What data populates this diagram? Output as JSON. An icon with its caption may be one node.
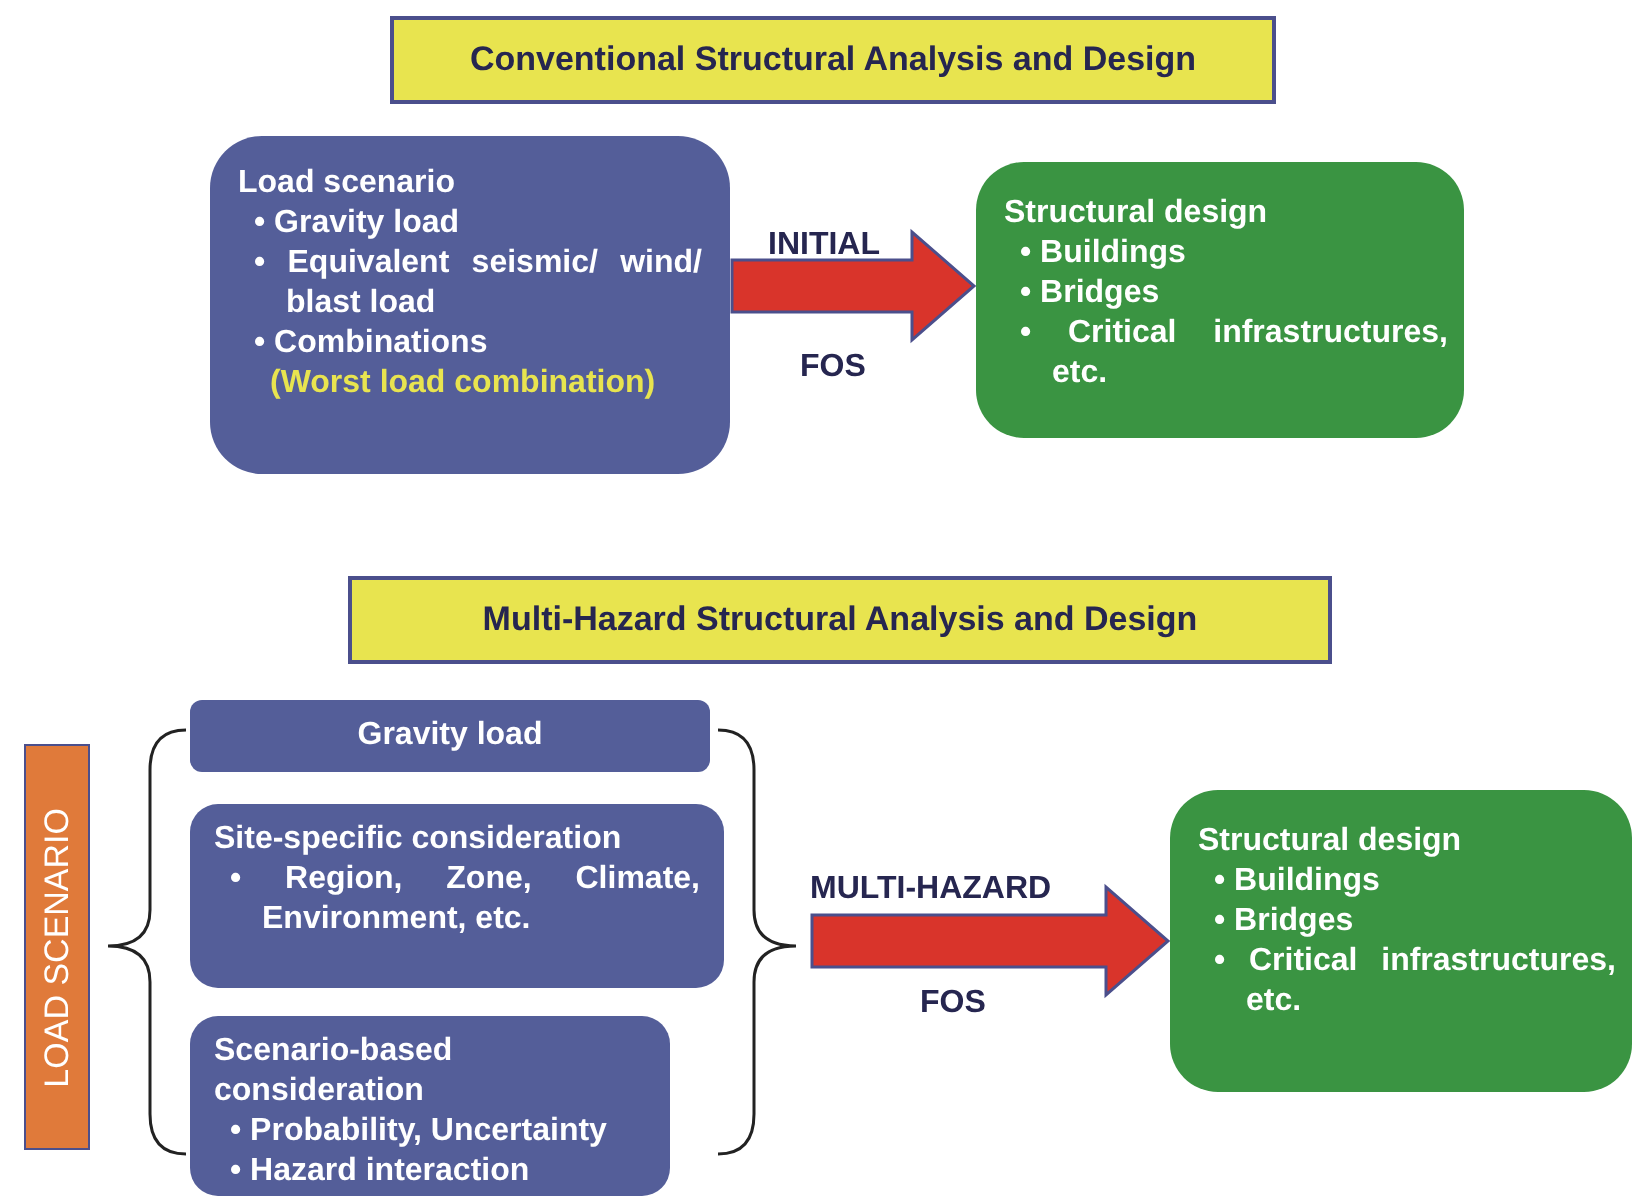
{
  "diagram": {
    "nodes": [
      {
        "text": [
          "Conventional Structural Analysis and Design"
        ]
      },
      {
        "text": [
          "Load scenario",
          "• Gravity load",
          "• Equivalent seismic/ wind/ blast load",
          "• Combinations",
          "(Worst load combination)"
        ]
      },
      {
        "text": [
          "Structural design",
          "• Buildings",
          "• Bridges",
          "• Critical infrastructures, etc."
        ]
      },
      {
        "text": [
          "Multi-Hazard Structural Analysis and Design"
        ]
      },
      {
        "text": [
          "LOAD SCENARIO"
        ]
      },
      {
        "text": [
          "Gravity load"
        ]
      },
      {
        "text": [
          "Site-specific consideration",
          "• Region, Zone, Climate, Environment, etc."
        ]
      },
      {
        "text": [
          "Scenario-based consideration",
          "• Probability, Uncertainty",
          "• Hazard interaction"
        ]
      },
      {
        "text": [
          "Structural design",
          "• Buildings",
          "• Bridges",
          "• Critical infrastructures, etc."
        ]
      }
    ],
    "edges": [
      {
        "from": 1,
        "to": 2,
        "arrow": "to",
        "style": "thick",
        "color": "#d9342b"
      },
      {
        "from": null,
        "to": 8,
        "arrow": "to",
        "style": "thick",
        "color": "#d9342b"
      }
    ],
    "labels": [
      "INITIAL",
      "FOS",
      "MULTI-HAZARD",
      "FOS"
    ]
  }
}
